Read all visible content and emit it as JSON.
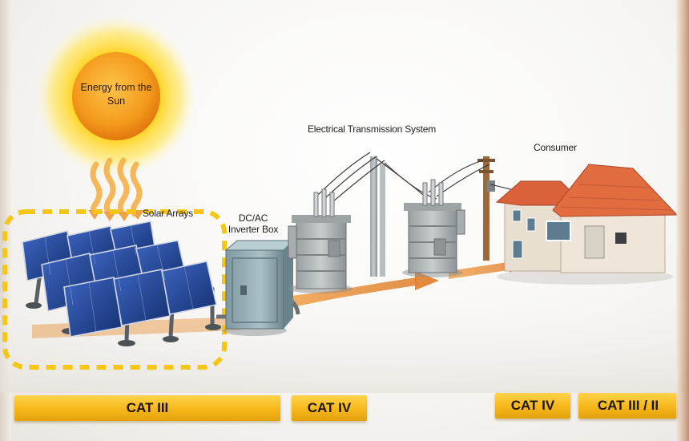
{
  "labels": {
    "sun": "Energy from the Sun",
    "solar_arrays": "Solar Arrays",
    "inverter_box": "DC/AC Inverter Box",
    "transmission": "Electrical Transmission System",
    "consumer": "Consumer"
  },
  "categories": [
    {
      "id": "solar",
      "label": "CAT III"
    },
    {
      "id": "inverter",
      "label": "CAT IV"
    },
    {
      "id": "transmission",
      "label": "CAT IV"
    },
    {
      "id": "consumer",
      "label": "CAT III / II"
    }
  ],
  "colors": {
    "sun_core": "#f39a1c",
    "sun_glow": "#ffe24a",
    "dashed_border": "#f5c518",
    "cat_bar": "#f5b71a",
    "flow_arrow": "#e88a2e",
    "panel": "#1f3f8a",
    "roof": "#d9623a"
  },
  "icons": [
    "sun-icon",
    "heat-waves-icon",
    "solar-panel-icon",
    "inverter-box-icon",
    "transformer-icon",
    "power-pole-icon",
    "house-icon",
    "flow-arrow-icon"
  ]
}
